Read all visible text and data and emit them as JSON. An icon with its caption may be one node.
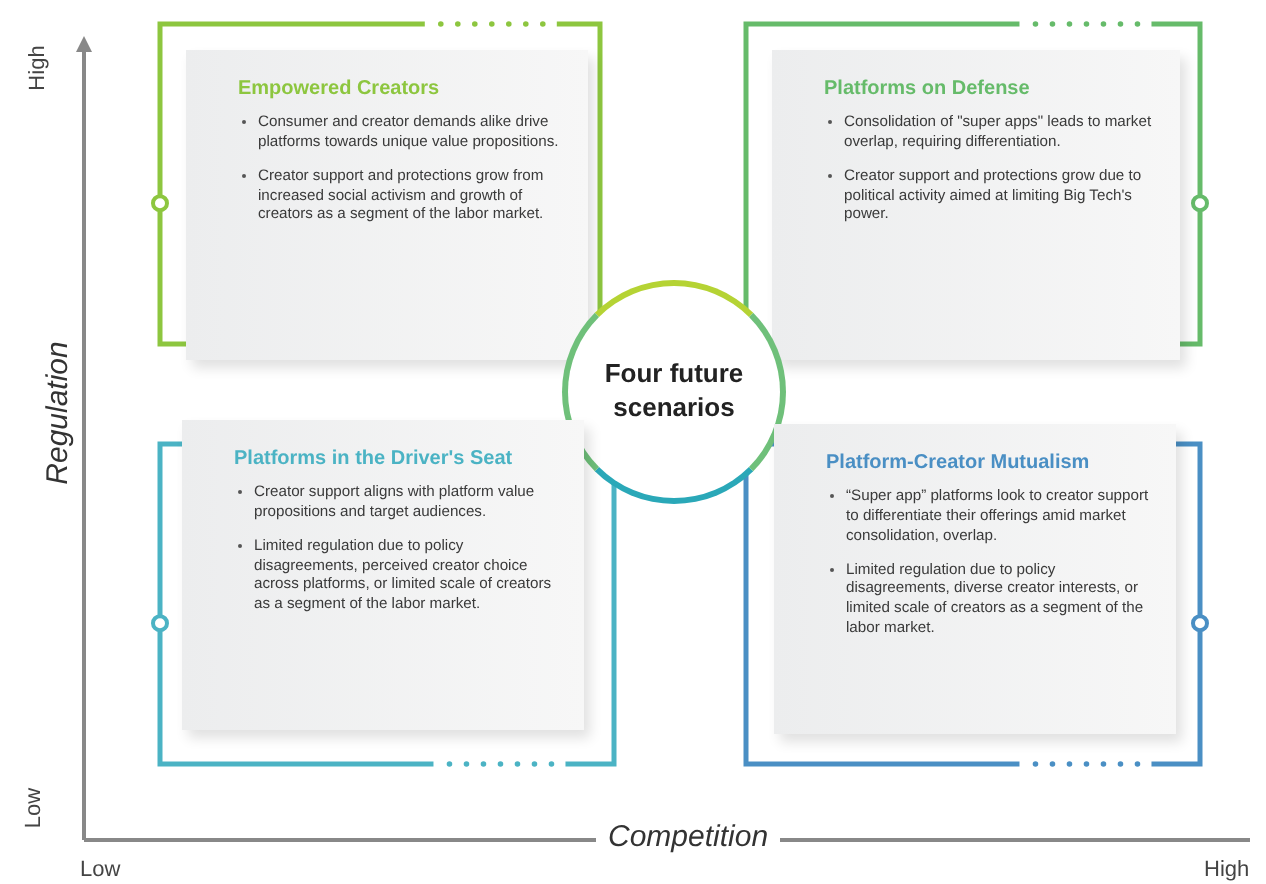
{
  "diagram": {
    "nodes": [
      {
        "text": [
          "Empowered Creators",
          "Consumer and creator demands alike drive platforms towards unique value propositions.",
          "Creator support and protections grow from increased social activism and growth of creators as a segment of  the labor market."
        ]
      },
      {
        "text": [
          "Platforms on Defense",
          "Consolidation of \"super apps\" leads to market overlap, requiring differentiation.",
          "Creator support and protections grow due to political activity aimed at limiting Big Tech's power."
        ]
      },
      {
        "text": [
          "Four future scenarios"
        ]
      },
      {
        "text": [
          "Platforms in the Driver's Seat",
          "Creator support aligns with platform value propositions and target audiences.",
          "Limited regulation due to policy disagreements, perceived creator choice across platforms, or limited scale of creators as a segment of the labor market."
        ]
      },
      {
        "text": [
          "Platform-Creator Mutualism",
          "“Super app” platforms look to creator support to differentiate their offerings amid market consolidation, overlap.",
          "Limited regulation due to policy disagreements, diverse creator interests, or limited scale of creators as a segment of the labor market."
        ]
      }
    ],
    "edges": [],
    "labels": [
      "High",
      "Regulation",
      "Low",
      "Competition",
      "Low",
      "High"
    ]
  }
}
